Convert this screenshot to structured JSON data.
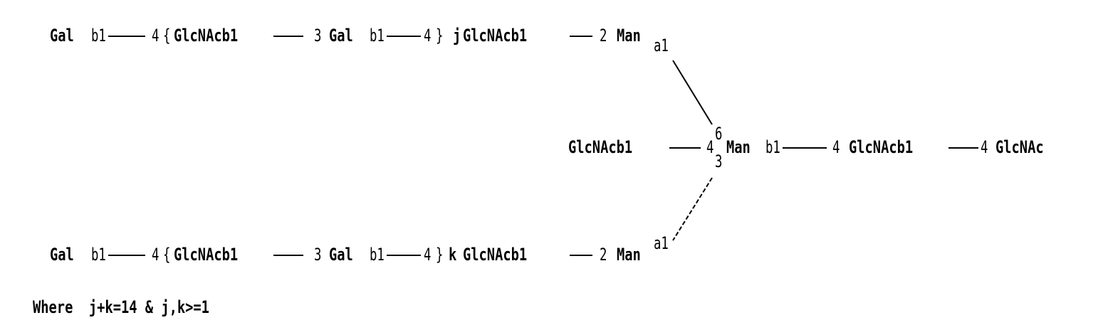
{
  "top_chain": {
    "gal1": "Gal",
    "b1a": "b1",
    "p4a": "4",
    "lbrace": "{",
    "glcnac1": "GlcNAcb1",
    "p3": "3",
    "gal2": "Gal",
    "b1b": "b1",
    "p4b": "4",
    "rbrace": "}",
    "rep": "j",
    "glcnac2": "GlcNAcb1",
    "p2": "2",
    "man": "Man",
    "anomer": "a1"
  },
  "core": {
    "glcnac": "GlcNAcb1",
    "p4": "4",
    "p6": "6",
    "p3": "3",
    "man": "Man",
    "b1": "b1",
    "p4b": "4",
    "glcnac2": "GlcNAcb1",
    "p4c": "4",
    "glcnac3": "GlcNAc"
  },
  "bottom_chain": {
    "gal1": "Gal",
    "b1a": "b1",
    "p4a": "4",
    "lbrace": "{",
    "glcnac1": "GlcNAcb1",
    "p3": "3",
    "gal2": "Gal",
    "b1b": "b1",
    "p4b": "4",
    "rbrace": "}",
    "rep": "k",
    "glcnac2": "GlcNAcb1",
    "p2": "2",
    "man": "Man",
    "anomer": "a1"
  },
  "condition": "Where  j+k=14 & j,k>=1"
}
